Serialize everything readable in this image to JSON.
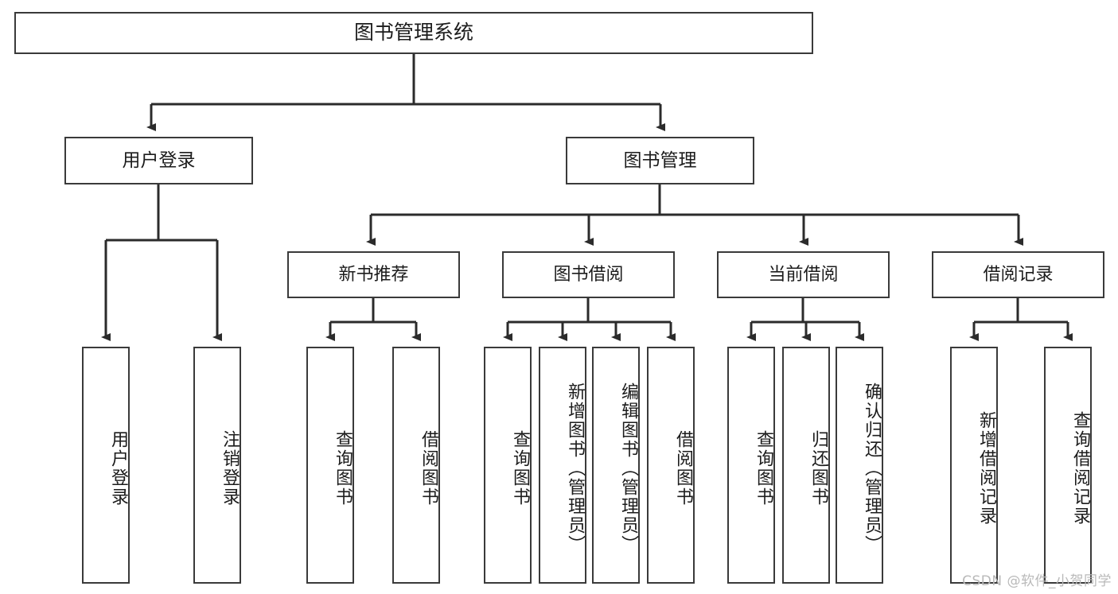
{
  "diagram": {
    "title": "图书管理系统",
    "type": "tree-hierarchy",
    "root": {
      "label": "图书管理系统"
    },
    "level2": [
      {
        "label": "用户登录"
      },
      {
        "label": "图书管理"
      }
    ],
    "level3": [
      {
        "label": "新书推荐"
      },
      {
        "label": "图书借阅"
      },
      {
        "label": "当前借阅"
      },
      {
        "label": "借阅记录"
      }
    ],
    "leaves": {
      "user_login": [
        {
          "label": "用户登录"
        },
        {
          "label": "注销登录"
        }
      ],
      "new_book_recommend": [
        {
          "label": "查询图书"
        },
        {
          "label": "借阅图书"
        }
      ],
      "book_borrow": [
        {
          "label": "查询图书"
        },
        {
          "label": "新增图书（管理员）"
        },
        {
          "label": "编辑图书（管理员）"
        },
        {
          "label": "借阅图书"
        }
      ],
      "current_borrow": [
        {
          "label": "查询图书"
        },
        {
          "label": "归还图书"
        },
        {
          "label": "确认归还（管理员）"
        }
      ],
      "borrow_record": [
        {
          "label": "新增借阅记录"
        },
        {
          "label": "查询借阅记录"
        }
      ]
    }
  },
  "watermark": {
    "text": "CSDN @软件_小贺同学"
  },
  "colors": {
    "box_border": "#3a3a3a",
    "line": "#2b2b2b",
    "text": "#1c1c1c",
    "background": "#ffffff",
    "watermark": "#b9b9b9"
  }
}
